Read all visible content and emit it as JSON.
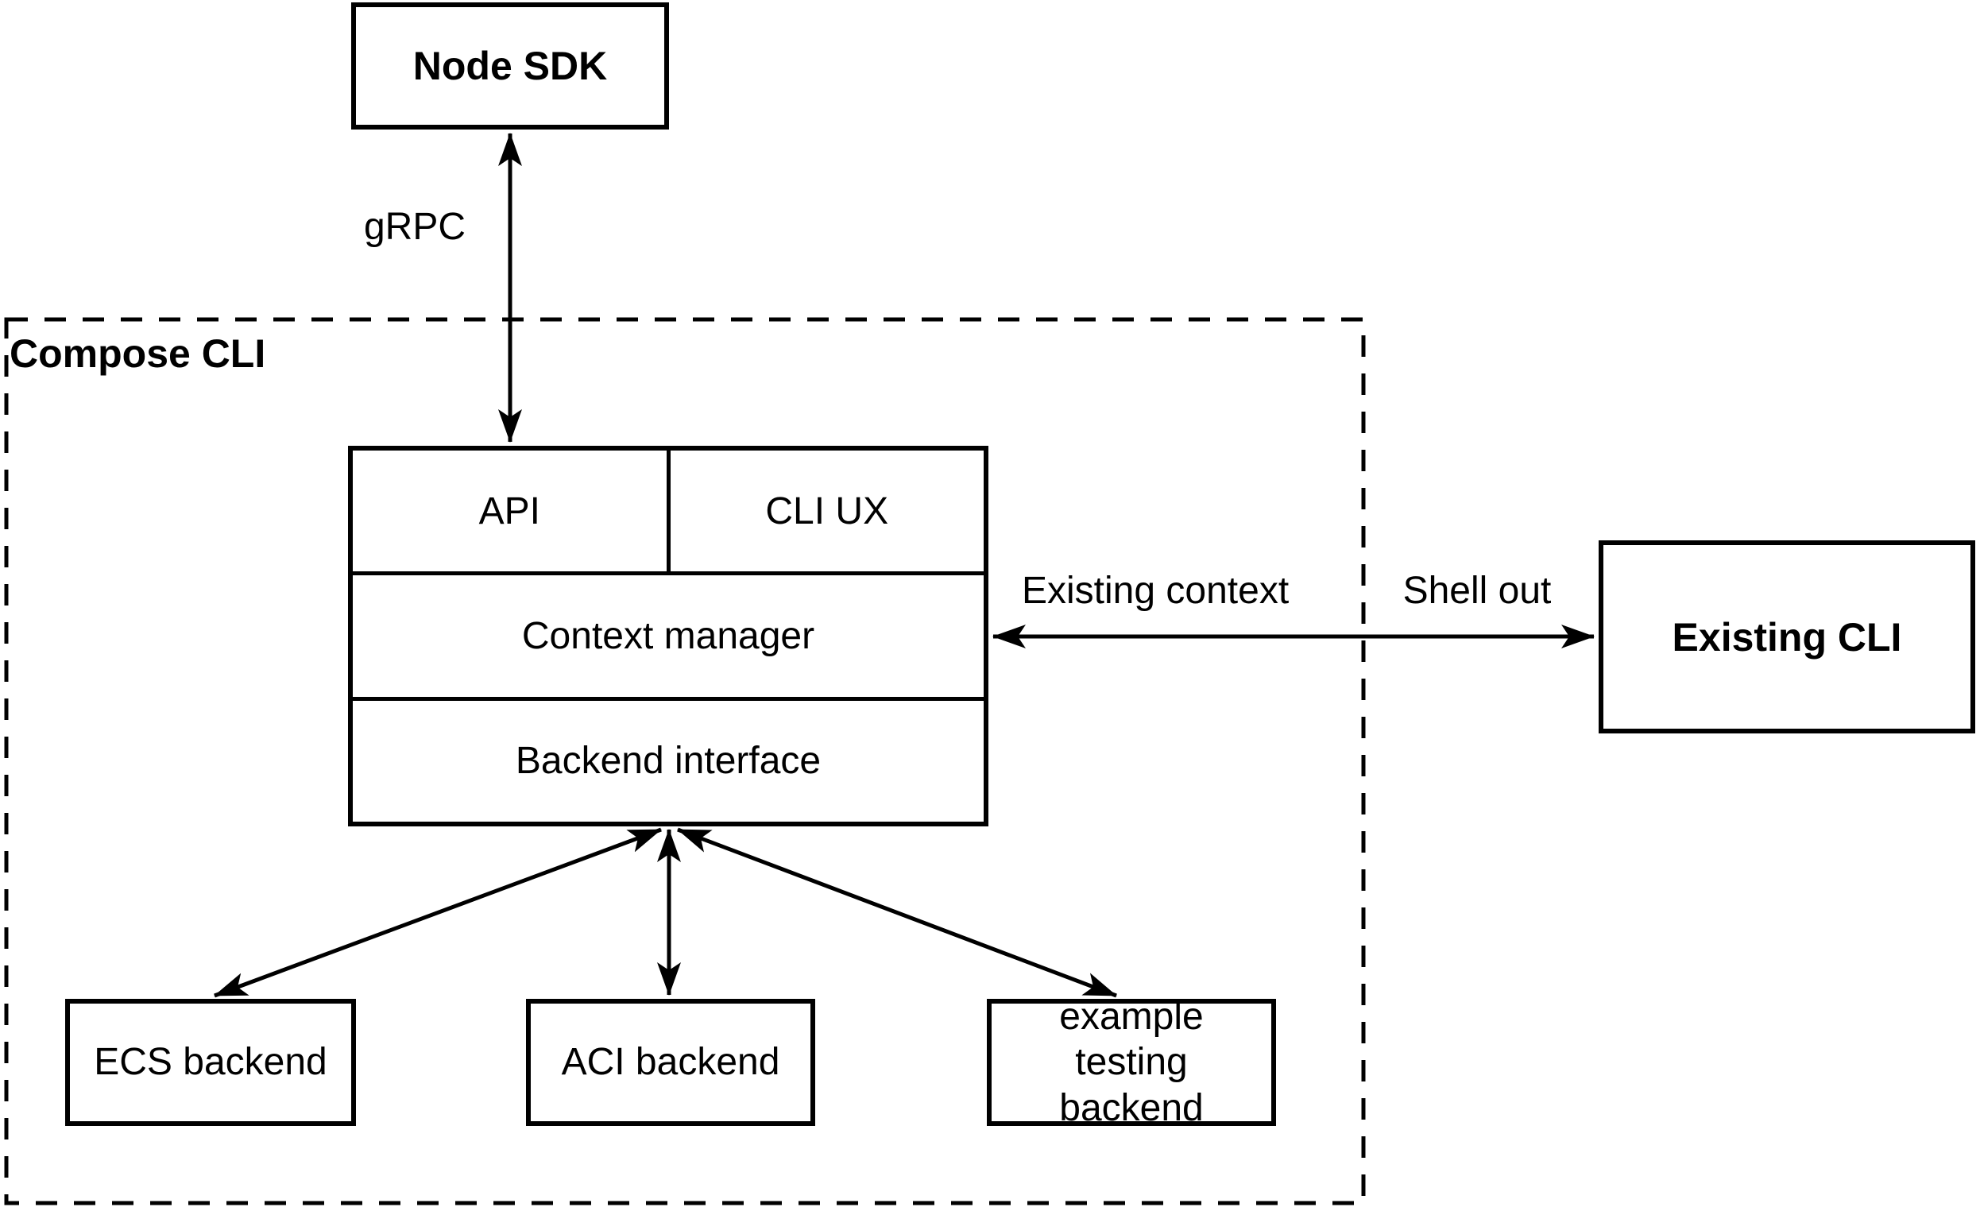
{
  "diagram": {
    "type": "architecture-diagram",
    "colors": {
      "stroke": "#000000",
      "background": "#ffffff",
      "text": "#000000"
    },
    "nodes": {
      "node_sdk": {
        "label": "Node SDK"
      },
      "compose_cli_group": {
        "label": "Compose CLI"
      },
      "api": {
        "label": "API"
      },
      "cli_ux": {
        "label": "CLI UX"
      },
      "context_manager": {
        "label": "Context manager"
      },
      "backend_interface": {
        "label": "Backend interface"
      },
      "ecs_backend": {
        "label": "ECS backend"
      },
      "aci_backend": {
        "label": "ACI backend"
      },
      "example_testing_backend": {
        "label": "example testing backend"
      },
      "existing_cli": {
        "label": "Existing CLI"
      }
    },
    "edge_labels": {
      "grpc": {
        "label": "gRPC"
      },
      "existing_context": {
        "label": "Existing context"
      },
      "shell_out": {
        "label": "Shell out"
      }
    }
  }
}
